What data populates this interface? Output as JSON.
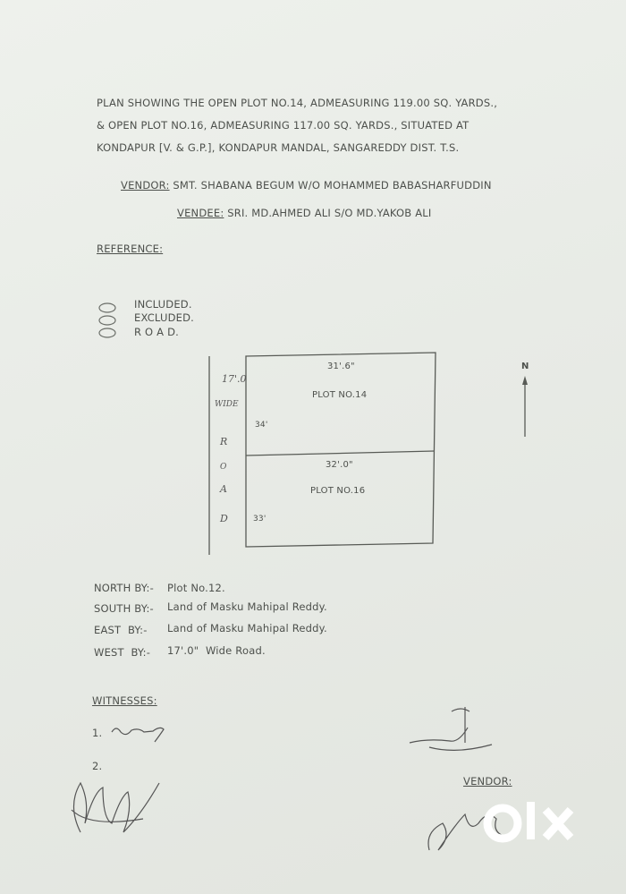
{
  "title_lines": [
    "PLAN SHOWING THE OPEN PLOT NO.14, ADMEASURING 119.00 SQ. YARDS.,",
    "& OPEN PLOT NO.16, ADMEASURING 117.00 SQ. YARDS., SITUATED AT",
    "KONDAPUR [V. & G.P.], KONDAPUR MANDAL, SANGAREDDY DIST. T.S."
  ],
  "vendor": {
    "label": "VENDOR:",
    "value": " SMT. SHABANA BEGUM W/O MOHAMMED BABASHARFUDDIN"
  },
  "vendee": {
    "label": "VENDEE:",
    "value": " SRI. MD.AHMED ALI S/O MD.YAKOB ALI"
  },
  "reference": {
    "label": "REFERENCE:",
    "items": [
      "INCLUDED.",
      "EXCLUDED.",
      "R O A D."
    ]
  },
  "plan": {
    "road": [
      "17'.0",
      "WIDE",
      "R",
      "O",
      "A",
      "D"
    ],
    "plots": [
      {
        "name": "PLOT NO.14",
        "width": "31'.6\"",
        "depth": "34'"
      },
      {
        "name": "PLOT NO.16",
        "width": "32'.0\"",
        "depth": "33'"
      }
    ],
    "north": "N"
  },
  "boundaries": [
    {
      "label": "NORTH BY:-",
      "value": "Plot No.12."
    },
    {
      "label": "SOUTH BY:-",
      "value": "Land of Masku Mahipal Reddy."
    },
    {
      "label": "EAST  BY:-",
      "value": "Land of Masku Mahipal Reddy."
    },
    {
      "label": "WEST  BY:-",
      "value": "17'.0\"  Wide Road."
    }
  ],
  "witnesses": {
    "label": "WITNESSES:",
    "items": [
      "1.",
      "2."
    ]
  },
  "vendor_sign_label": "VENDOR:",
  "watermark": "OLX"
}
